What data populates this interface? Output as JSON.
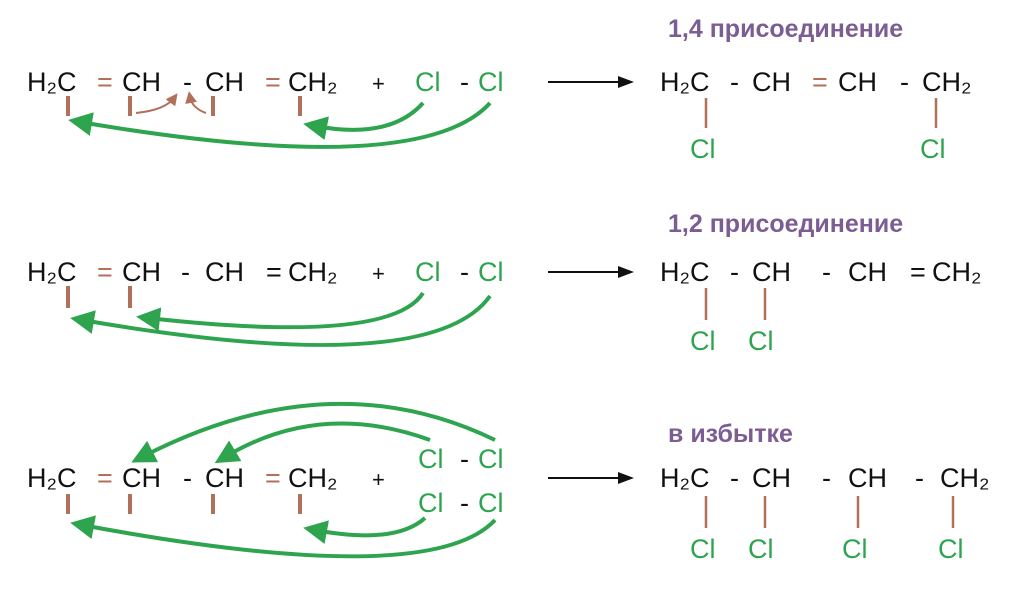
{
  "colors": {
    "reagent": "#2ea44f",
    "bond": "#b0705a",
    "title": "#7b5c93",
    "text": "#111111"
  },
  "reactions": [
    {
      "left": {
        "c1": "H₂C",
        "b1": "=",
        "c2": "CH",
        "b2": "-",
        "c3": "CH",
        "b3": "=",
        "c4": "CH₂"
      },
      "plus": "+",
      "reagent": [
        {
          "a": "Cl",
          "bond": "-",
          "b": "Cl"
        }
      ],
      "title": "1,4 присоединение",
      "product": {
        "c1": "H₂C",
        "b1": "-",
        "c2": "CH",
        "b2": "=",
        "c3": "CH",
        "b3": "-",
        "c4": "CH₂",
        "subs": [
          "Cl",
          "Cl"
        ]
      }
    },
    {
      "left": {
        "c1": "H₂C",
        "b1": "=",
        "c2": "CH",
        "b2": "-",
        "c3": "CH",
        "b3": "=",
        "c4": "CH₂"
      },
      "plus": "+",
      "reagent": [
        {
          "a": "Cl",
          "bond": "-",
          "b": "Cl"
        }
      ],
      "title": "1,2 присоединение",
      "product": {
        "c1": "H₂C",
        "b1": "-",
        "c2": "CH",
        "b2": "-",
        "c3": "CH",
        "b3": "=",
        "c4": "CH₂",
        "subs": [
          "Cl",
          "Cl"
        ]
      }
    },
    {
      "left": {
        "c1": "H₂C",
        "b1": "=",
        "c2": "CH",
        "b2": "-",
        "c3": "CH",
        "b3": "=",
        "c4": "CH₂"
      },
      "plus": "+",
      "reagent": [
        {
          "a": "Cl",
          "bond": "-",
          "b": "Cl"
        },
        {
          "a": "Cl",
          "bond": "-",
          "b": "Cl"
        }
      ],
      "title": "в избытке",
      "product": {
        "c1": "H₂C",
        "b1": "-",
        "c2": "CH",
        "b2": "-",
        "c3": "CH",
        "b3": "-",
        "c4": "CH₂",
        "subs": [
          "Cl",
          "Cl",
          "Cl",
          "Cl"
        ]
      }
    }
  ]
}
